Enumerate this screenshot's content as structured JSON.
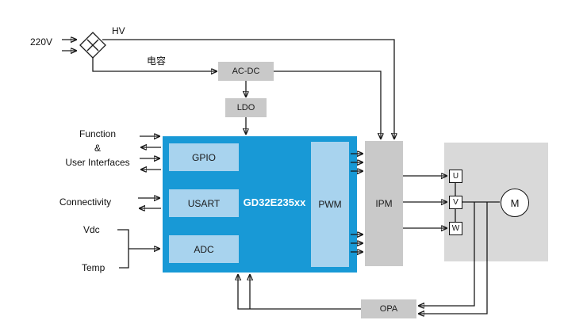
{
  "diagram": {
    "power": {
      "mains_label": "220V",
      "hv_label": "HV",
      "capacitor_label": "电容",
      "acdc_label": "AC-DC",
      "ldo_label": "LDO"
    },
    "mcu": {
      "name": "GD32E235xx",
      "gpio_label": "GPIO",
      "usart_label": "USART",
      "adc_label": "ADC",
      "pwm_label": "PWM"
    },
    "left_labels": {
      "function_line1": "Function",
      "function_line2": "&",
      "function_line3": "User Interfaces",
      "connectivity": "Connectivity",
      "vdc": "Vdc",
      "temp": "Temp"
    },
    "output": {
      "ipm_label": "IPM",
      "phase_u": "U",
      "phase_v": "V",
      "phase_w": "W",
      "motor_label": "M",
      "opa_label": "OPA"
    },
    "colors": {
      "mcu_blue": "#1899d6",
      "peripheral_blue": "#a8d3ee",
      "block_gray": "#c9c9c9",
      "board_gray": "#d9d9d9",
      "line_black": "#1a1a1a"
    }
  }
}
